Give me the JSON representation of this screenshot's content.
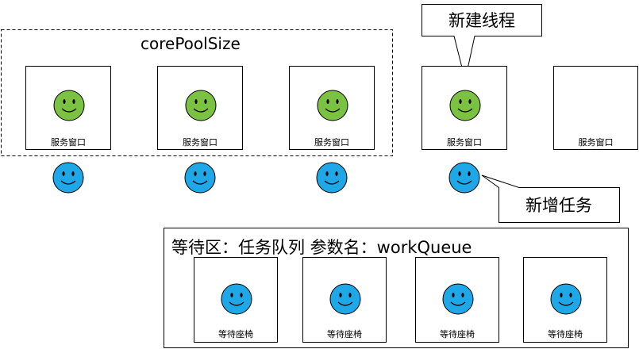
{
  "pool": {
    "label": "corePoolSize"
  },
  "windows": [
    {
      "label": "服务窗口",
      "occupied": true
    },
    {
      "label": "服务窗口",
      "occupied": true
    },
    {
      "label": "服务窗口",
      "occupied": true
    },
    {
      "label": "服务窗口",
      "occupied": true
    },
    {
      "label": "服务窗口",
      "occupied": false
    }
  ],
  "callouts": {
    "new_thread": "新建线程",
    "new_task": "新增任务"
  },
  "queue": {
    "title": "等待区：任务队列 参数名：workQueue",
    "seats": [
      {
        "label": "等待座椅"
      },
      {
        "label": "等待座椅"
      },
      {
        "label": "等待座椅"
      },
      {
        "label": "等待座椅"
      }
    ]
  },
  "colors": {
    "served_face": "#7cc242",
    "waiting_face": "#1ea8e8",
    "outline": "#000000"
  }
}
